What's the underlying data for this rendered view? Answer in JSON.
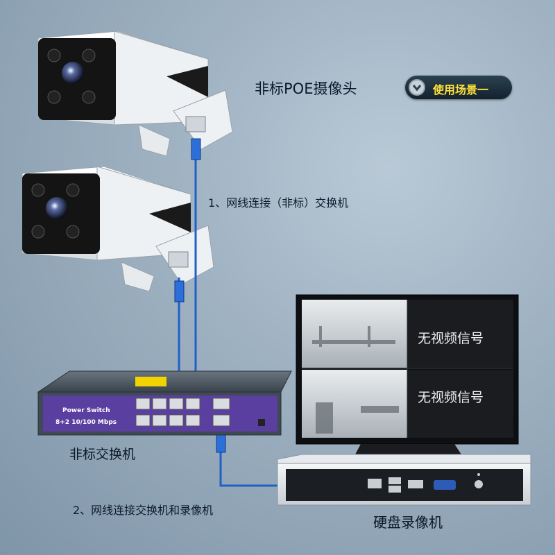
{
  "labels": {
    "camera_title": "非标POE摄像头",
    "scene_button": "使用场景一",
    "step1": "1、网线连接（非标）交换机",
    "switch_title": "非标交换机",
    "step2": "2、网线连接交换机和录像机",
    "nvr_title": "硬盘录像机"
  },
  "monitor": {
    "tile_top_text": "无视频信号",
    "tile_bottom_text": "无视频信号"
  },
  "switch_panel": {
    "brand": "Power Switch",
    "spec": "8+2  10/100 Mbps"
  },
  "colors": {
    "background": "#9fb2c2",
    "cable": "#1f5fc8",
    "switch_face": "#5a3fa0",
    "button_text": "#ffe03a"
  },
  "icons": [
    "chevron-down-icon"
  ]
}
